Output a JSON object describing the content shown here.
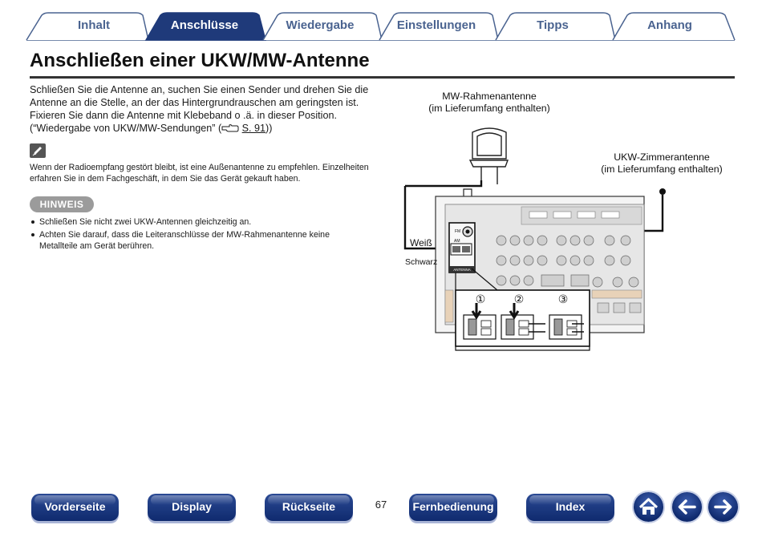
{
  "tabs": [
    {
      "label": "Inhalt",
      "active": false
    },
    {
      "label": "Anschlüsse",
      "active": true
    },
    {
      "label": "Wiedergabe",
      "active": false
    },
    {
      "label": "Einstellungen",
      "active": false
    },
    {
      "label": "Tipps",
      "active": false
    },
    {
      "label": "Anhang",
      "active": false
    }
  ],
  "page": {
    "title": "Anschließen einer UKW/MW-Antenne",
    "intro_text": "Schließen Sie die Antenne an, suchen Sie einen Sender und drehen Sie die Antenne an die Stelle, an der das Hintergrundrauschen am geringsten ist. Fixieren Sie dann die Antenne mit Klebeband o .ä. in dieser Position. (“Wiedergabe von UKW/MW-Sendungen” (",
    "intro_link": "S. 91",
    "intro_end": "))",
    "note_text": "Wenn der Radioempfang gestört bleibt, ist eine Außenantenne zu empfehlen. Einzelheiten erfahren Sie in dem Fachgeschäft, in dem Sie das Gerät gekauft haben.",
    "hinweis_label": "HINWEIS",
    "hinweis_items": [
      "Schließen Sie nicht zwei UKW-Antennen gleichzeitig an.",
      "Achten Sie darauf, dass die Leiteranschlüsse der MW-Rahmenantenne keine Metallteile am Gerät berühren."
    ],
    "page_number": "67"
  },
  "diagram": {
    "mw_antenna_line1": "MW-Rahmenantenne",
    "mw_antenna_line2": "(im Lieferumfang enthalten)",
    "ukw_antenna_line1": "UKW-Zimmerantenne",
    "ukw_antenna_line2": "(im Lieferumfang enthalten)",
    "label_white": "Weiß",
    "label_black": "Schwarz",
    "panel_antenna": "ANTENNA",
    "panel_fm": "FM",
    "panel_am": "AM",
    "steps": [
      "①",
      "②",
      "③"
    ]
  },
  "bottom_nav": [
    {
      "label": "Vorderseite"
    },
    {
      "label": "Display"
    },
    {
      "label": "Rückseite"
    },
    {
      "label": "Fernbedienung"
    },
    {
      "label": "Index"
    }
  ],
  "icons": {
    "home": "home-icon",
    "back": "arrow-left-icon",
    "forward": "arrow-right-icon",
    "note": "pencil-icon",
    "reference": "pointing-hand-icon"
  },
  "colors": {
    "tab_active": "#1f3a7a",
    "tab_text": "#4a6390",
    "button": "#163477",
    "badge": "#9b9b9b"
  }
}
